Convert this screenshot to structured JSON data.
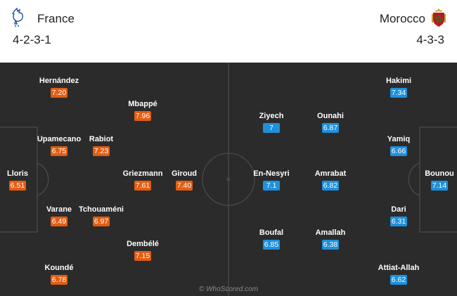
{
  "home": {
    "name": "France",
    "formation": "4-2-3-1",
    "crest_icon": "rooster-crest-icon",
    "accent": "#e35d12",
    "players": [
      {
        "name": "Lloris",
        "rating": "6.51"
      },
      {
        "name": "Hernández",
        "rating": "7.20"
      },
      {
        "name": "Upamecano",
        "rating": "6.75"
      },
      {
        "name": "Varane",
        "rating": "6.49"
      },
      {
        "name": "Koundé",
        "rating": "6.78"
      },
      {
        "name": "Rabiot",
        "rating": "7.23"
      },
      {
        "name": "Tchouaméni",
        "rating": "6.97"
      },
      {
        "name": "Mbappé",
        "rating": "7.96"
      },
      {
        "name": "Griezmann",
        "rating": "7.61"
      },
      {
        "name": "Dembélé",
        "rating": "7.15"
      },
      {
        "name": "Giroud",
        "rating": "7.40"
      }
    ]
  },
  "away": {
    "name": "Morocco",
    "formation": "4-3-3",
    "crest_icon": "lion-crest-icon",
    "accent": "#1e90dc",
    "players": [
      {
        "name": "Bounou",
        "rating": "7.14"
      },
      {
        "name": "Hakimi",
        "rating": "7.34"
      },
      {
        "name": "Yamiq",
        "rating": "6.66"
      },
      {
        "name": "Dari",
        "rating": "6.31"
      },
      {
        "name": "Attiat-Allah",
        "rating": "6.62"
      },
      {
        "name": "Ounahi",
        "rating": "6.87"
      },
      {
        "name": "Amrabat",
        "rating": "6.82"
      },
      {
        "name": "Amallah",
        "rating": "6.38"
      },
      {
        "name": "Ziyech",
        "rating": "7"
      },
      {
        "name": "En-Nesyri",
        "rating": "7.1"
      },
      {
        "name": "Boufal",
        "rating": "6.85"
      }
    ]
  },
  "watermark": "© WhoScored.com"
}
